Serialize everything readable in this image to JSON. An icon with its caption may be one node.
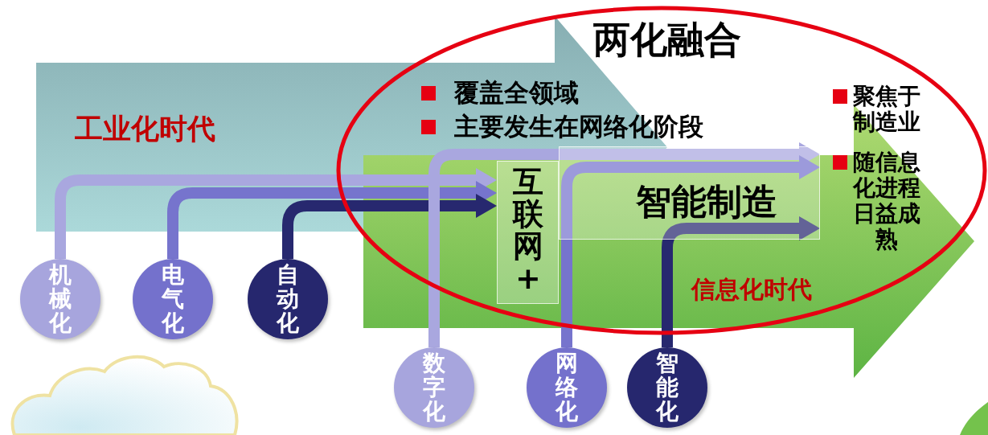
{
  "diagram": {
    "nodes": [
      {
        "text": [
          "两化融合",
          "覆盖全领域",
          "主要发生在网络化阶段",
          "聚焦于制造业",
          "随信息化进程日益成熟"
        ]
      },
      {
        "text": [
          "智能制造"
        ],
        "in": 0
      },
      {
        "text": [
          "互联网+"
        ],
        "in": 0
      },
      {
        "text": [
          "机械化"
        ]
      },
      {
        "text": [
          "电气化"
        ]
      },
      {
        "text": [
          "自动化"
        ]
      },
      {
        "text": [
          "数字化"
        ]
      },
      {
        "text": [
          "网络化"
        ]
      },
      {
        "text": [
          "智能化"
        ]
      }
    ],
    "edges": [
      {
        "from": 3,
        "to": 2,
        "arrow": "to",
        "color": "#a9a7df"
      },
      {
        "from": 4,
        "to": 2,
        "arrow": "to",
        "color": "#7674cd"
      },
      {
        "from": 5,
        "to": 2,
        "arrow": "to",
        "color": "#27286f"
      },
      {
        "from": 6,
        "to": 1,
        "arrow": "to",
        "color": "#a9a7df"
      },
      {
        "from": 7,
        "to": 1,
        "arrow": "to",
        "color": "#7674cd"
      },
      {
        "from": 8,
        "to": 1,
        "arrow": "to",
        "color": "#27286f"
      }
    ],
    "labels": [
      "工业化时代",
      "信息化时代"
    ]
  }
}
